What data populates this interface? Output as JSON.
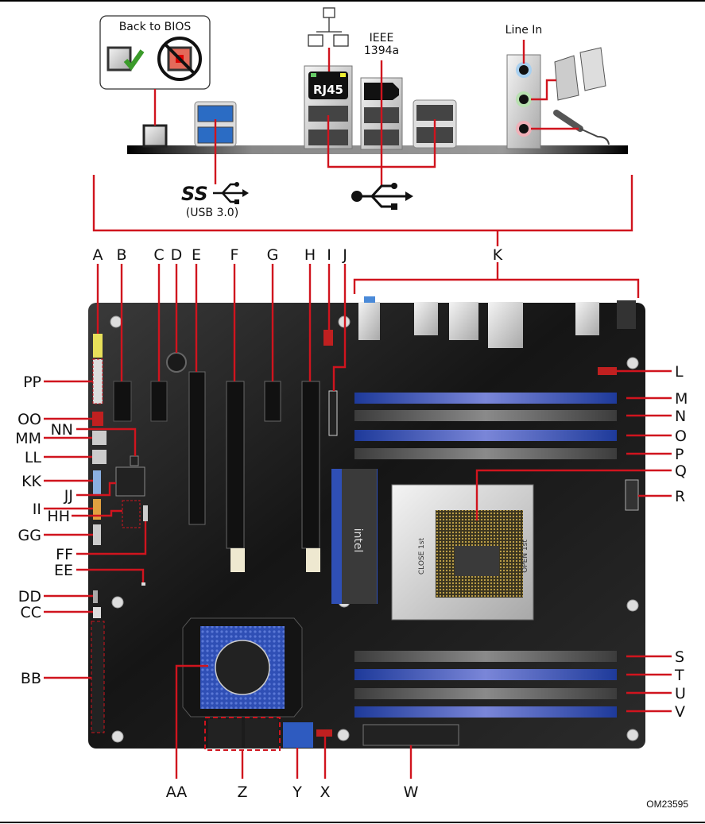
{
  "figure": {
    "id_label": "OM23595",
    "back_panel": {
      "back_to_bios_label": "Back to BIOS",
      "ieee_label_line1": "IEEE",
      "ieee_label_line2": "1394a",
      "rj45_label": "RJ45",
      "line_in_label": "Line In",
      "usb3_logo_text": "SS",
      "usb3_caption": "(USB 3.0)"
    },
    "board_logo_text": "intel",
    "socket_labels": {
      "close": "CLOSE 1st",
      "open": "OPEN 1st"
    },
    "callouts_top": [
      "A",
      "B",
      "C",
      "D",
      "E",
      "F",
      "G",
      "H",
      "I",
      "J",
      "K"
    ],
    "callouts_right": [
      "L",
      "M",
      "N",
      "O",
      "P",
      "Q",
      "R",
      "S",
      "T",
      "U",
      "V"
    ],
    "callouts_bottom": [
      "W",
      "X",
      "Y",
      "Z",
      "AA"
    ],
    "callouts_left": [
      "BB",
      "CC",
      "DD",
      "EE",
      "FF",
      "GG",
      "HH",
      "II",
      "JJ",
      "KK",
      "LL",
      "MM",
      "NN",
      "OO",
      "PP"
    ]
  },
  "colors": {
    "callout_line": "#d0141e",
    "board": "#1a1a1a",
    "dimm_blue": "#2a4aa8",
    "dimm_black": "#555555"
  }
}
